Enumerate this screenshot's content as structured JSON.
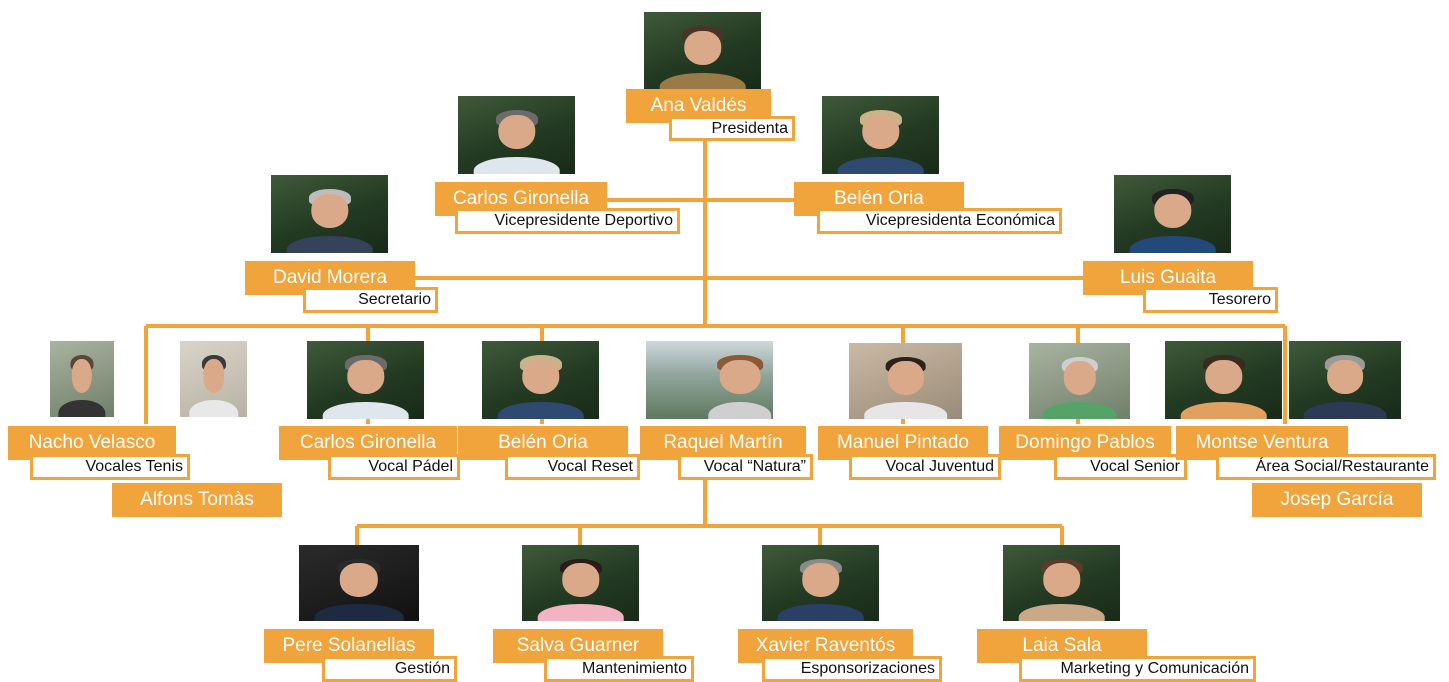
{
  "colors": {
    "accent": "#f0a43b",
    "name_text": "#ffffff",
    "role_text": "#111111"
  },
  "people": {
    "ana": {
      "name": "Ana Valdés",
      "role": "Presidenta"
    },
    "carlos_g": {
      "name": "Carlos Gironella",
      "role": "Vicepresidente Deportivo"
    },
    "belen_o": {
      "name": "Belén Oria",
      "role": "Vicepresidenta Económica"
    },
    "david": {
      "name": "David Morera",
      "role": "Secretario"
    },
    "luis": {
      "name": "Luis Guaita",
      "role": "Tesorero"
    },
    "nacho": {
      "name": "Nacho Velasco",
      "role": "Vocales Tenis"
    },
    "alfons": {
      "name": "Alfons Tomàs"
    },
    "carlos_v": {
      "name": "Carlos Gironella",
      "role": "Vocal Pádel"
    },
    "belen_v": {
      "name": "Belén Oria",
      "role": "Vocal Reset"
    },
    "raquel": {
      "name": "Raquel Martín",
      "role": "Vocal “Natura”"
    },
    "manuel": {
      "name": "Manuel Pintado",
      "role": "Vocal Juventud"
    },
    "domingo": {
      "name": "Domingo Pablos",
      "role": "Vocal Senior"
    },
    "montse": {
      "name": "Montse Ventura",
      "role": "Área Social/Restaurante"
    },
    "josep": {
      "name": "Josep García"
    },
    "pere": {
      "name": "Pere Solanellas",
      "role": "Gestión"
    },
    "salva": {
      "name": "Salva Guarner",
      "role": "Mantenimiento"
    },
    "xavier": {
      "name": "Xavier Raventós",
      "role": "Esponsorizaciones"
    },
    "laia": {
      "name": "Laia Sala",
      "role": "Marketing y Comunicación"
    }
  }
}
